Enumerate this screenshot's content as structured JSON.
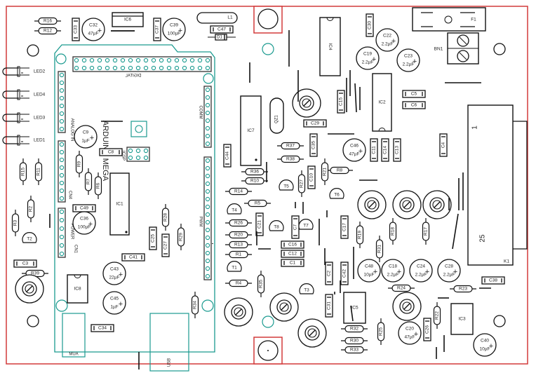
{
  "colors": {
    "board_outline": "#d23a3a",
    "arduino_outline": "#1a9a8f",
    "silkscreen": "#111111"
  },
  "resistors_h": [
    "R16",
    "R12",
    "R37",
    "R38",
    "R36",
    "R10",
    "R8",
    "R14",
    "R5",
    "R26",
    "R20",
    "R13",
    "R1",
    "R4",
    "R39",
    "R24",
    "R23",
    "R32",
    "R30",
    "R33"
  ],
  "resistors_v": [
    "R15",
    "R11",
    "R9",
    "R7",
    "R6",
    "R3",
    "R2",
    "R28",
    "R29",
    "R34",
    "R35",
    "R27",
    "R21",
    "R19",
    "R18",
    "R17",
    "R31",
    "R25",
    "R22"
  ],
  "caps_h": [
    "C47",
    "C8",
    "C49",
    "C3",
    "C41",
    "C34",
    "C29",
    "C5",
    "C6",
    "C16",
    "C12",
    "C1",
    "C38"
  ],
  "caps_v": [
    "C33",
    "C37",
    "C30",
    "C15",
    "C35",
    "C44",
    "C11",
    "C14",
    "C13",
    "C4",
    "C10",
    "C21",
    "C25",
    "C27",
    "C7",
    "C17",
    "C2",
    "C42",
    "C31",
    "C26"
  ],
  "electrolytics": [
    {
      "ref": "C32",
      "value": "47µF"
    },
    {
      "ref": "C39",
      "value": "100µF"
    },
    {
      "ref": "C22",
      "value": "2.2µF"
    },
    {
      "ref": "C19",
      "value": "2.2µF"
    },
    {
      "ref": "C23",
      "value": "2.2µF"
    },
    {
      "ref": "C46",
      "value": "47µF"
    },
    {
      "ref": "C9",
      "value": "1µF"
    },
    {
      "ref": "C36",
      "value": "100µF"
    },
    {
      "ref": "C43",
      "value": "22µF"
    },
    {
      "ref": "C45",
      "value": "1µF"
    },
    {
      "ref": "C48",
      "value": "10µF"
    },
    {
      "ref": "C18",
      "value": "2.2µF"
    },
    {
      "ref": "C24",
      "value": "2.2µF"
    },
    {
      "ref": "C28",
      "value": "2.2µF"
    },
    {
      "ref": "C20",
      "value": "47µF"
    },
    {
      "ref": "C40",
      "value": "10µF"
    }
  ],
  "transistors": [
    "T2",
    "T4",
    "T1",
    "T5",
    "T6",
    "T8",
    "T7",
    "T3"
  ],
  "ics": [
    "IC6",
    "IC4",
    "IC2",
    "IC7",
    "IC1",
    "IC8",
    "IC5",
    "IC3"
  ],
  "leds": [
    "LED2",
    "LED4",
    "LED3",
    "LED1"
  ],
  "misc": {
    "l1": "L1",
    "d1": "D1",
    "qz1": "QZ1",
    "f1": "F1",
    "bn1": "BN1",
    "k1": "K1",
    "k1_pin1": "1",
    "k1_pin25": "25"
  },
  "arduino": {
    "title": "ARDUINO MEGA",
    "digital": "DIGITAL",
    "comm": "COMM",
    "analog_in": "ANALOG IN",
    "power": "POWER",
    "pwm": "PWM",
    "icsp": "ICSP",
    "cn4": "CN4",
    "cn1": "CN1",
    "pwr_jack": "MUA",
    "usb": "USB"
  }
}
